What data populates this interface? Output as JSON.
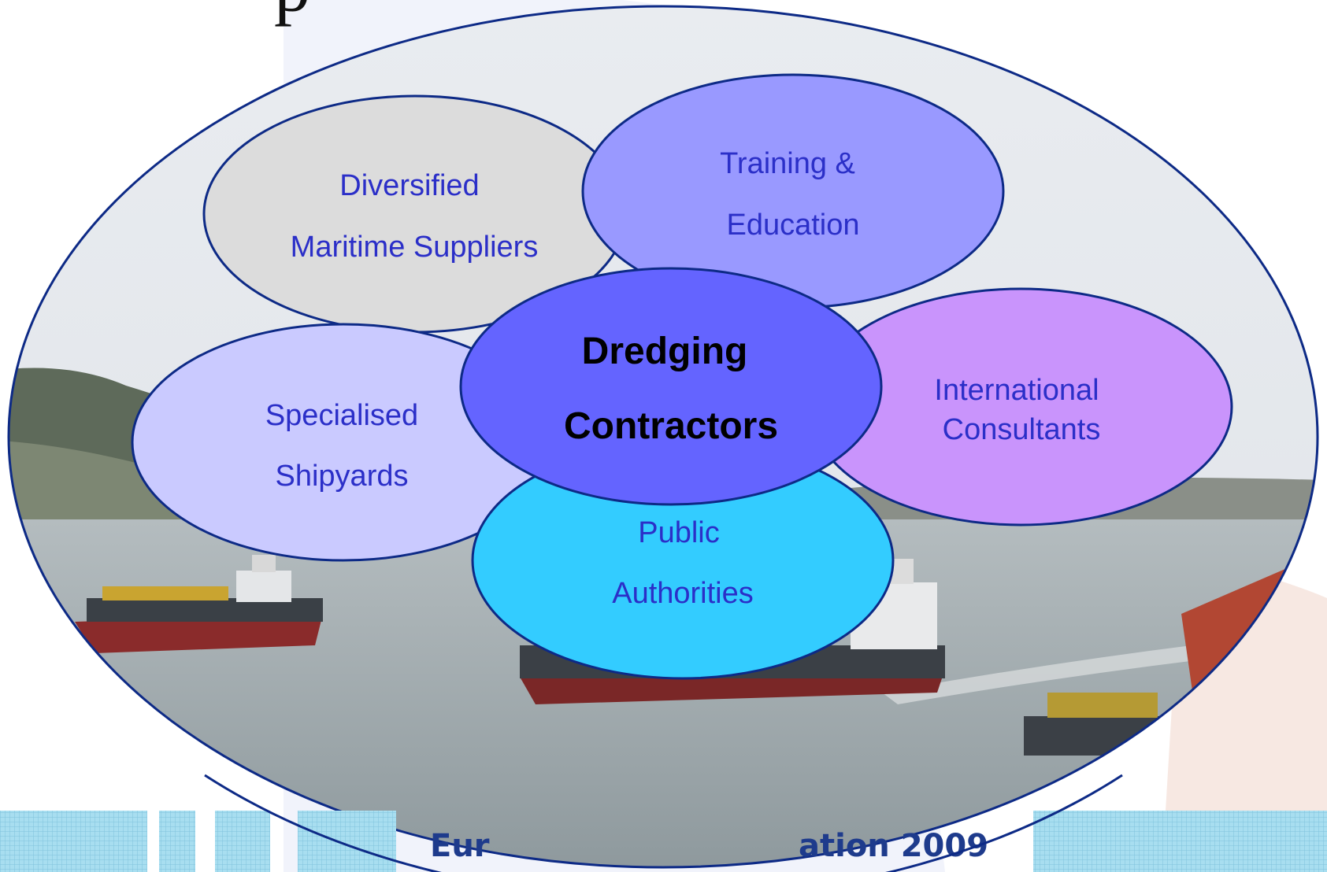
{
  "slide": {
    "title_fragment": "p",
    "footer_text_left": "Eur",
    "footer_text_right": "ation 2009"
  },
  "diagram": {
    "center": {
      "line1": "Dredging",
      "line2": "Contractors"
    },
    "nodes": {
      "diversified": {
        "line1": "Diversified",
        "line2": "Maritime Suppliers"
      },
      "training": {
        "line1": "Training &",
        "line2": "Education"
      },
      "international": {
        "line1": "International",
        "line2": "Consultants"
      },
      "shipyards": {
        "line1": "Specialised",
        "line2": "Shipyards"
      },
      "public": {
        "line1": "Public",
        "line2": "Authorities"
      }
    }
  },
  "colors": {
    "outline": "#0d2a86",
    "text_blue": "#2b2fc8",
    "center_fill": "#6464ff",
    "diversified_fill": "#dcdcdc",
    "training_fill": "#9999ff",
    "international_fill": "#c994fc",
    "shipyards_fill": "#cacaff",
    "public_fill": "#33ccff",
    "footer_block": "#9ed8ec",
    "sky": "#e4e8ee",
    "water": "#9aa6ab"
  }
}
